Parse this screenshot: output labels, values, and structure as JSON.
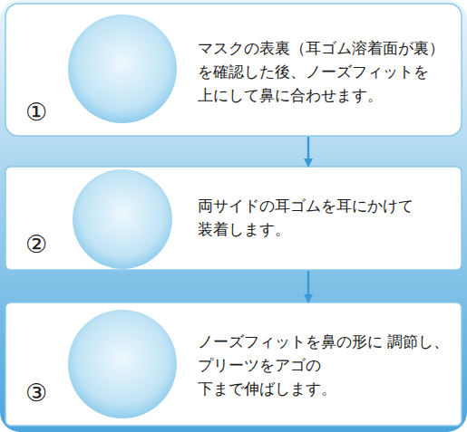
{
  "diagram": {
    "nodes": [
      {
        "text": [
          "①",
          "マスクの表裏（耳ゴム溶着面が裏） を確認した後、ノーズフィットを 上にして鼻に合わせます。"
        ]
      },
      {
        "text": [
          "②",
          "両サイドの耳ゴムを耳にかけて 装着します。"
        ]
      },
      {
        "text": [
          "③",
          "ノーズフィットを鼻の形に 調節し、プリーツをアゴの 下まで伸ばします。"
        ]
      }
    ],
    "edges": [
      {
        "from": 0,
        "to": 1,
        "arrow": "to"
      },
      {
        "from": 1,
        "to": 2,
        "arrow": "to"
      }
    ]
  }
}
